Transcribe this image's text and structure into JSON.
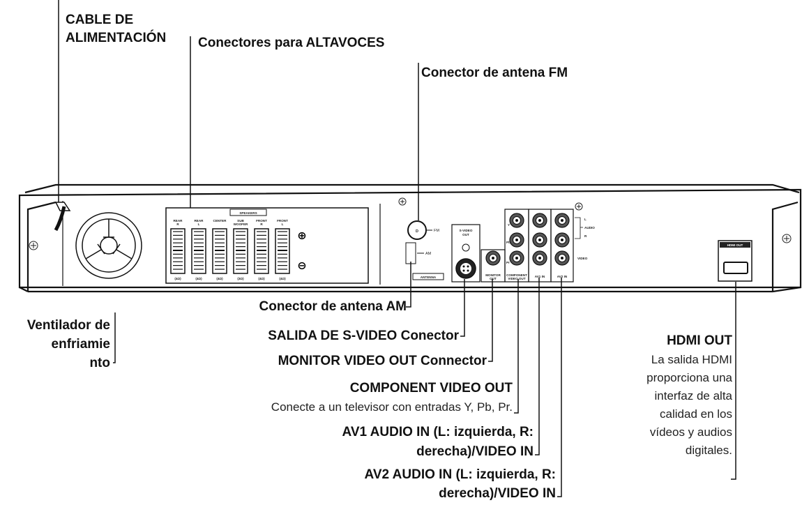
{
  "labels": {
    "power_cable": [
      "CABLE DE",
      "ALIMENTACIÓN"
    ],
    "speaker_connectors": "Conectores para ALTAVOCES",
    "fm_antenna": "Conector de antena FM",
    "am_antenna": "Conector de antena AM",
    "cooling_fan": [
      "Ventilador de",
      "enfriamie",
      "nto"
    ],
    "svideo_out": "SALIDA DE S-VIDEO Conector",
    "monitor_video_out": "MONITOR VIDEO OUT Connector",
    "component_video_out": {
      "title": "COMPONENT VIDEO OUT",
      "description": "Conecte a un televisor con entradas Y, Pb, Pr."
    },
    "av1_in": [
      "AV1 AUDIO IN (L: izquierda, R:",
      "derecha)/VIDEO IN"
    ],
    "av2_in": [
      "AV2 AUDIO IN (L: izquierda, R:",
      "derecha)/VIDEO IN"
    ],
    "hdmi_out": {
      "title": "HDMI OUT",
      "description": [
        "La salida HDMI",
        "proporciona una",
        "interfaz de alta",
        "calidad en los",
        "vídeos y audios",
        "digitales."
      ]
    }
  },
  "panel_markings": {
    "speakers_header": "SPEAKERS",
    "speaker_terminals": [
      {
        "name": "REAR R",
        "impedance": "(4Ω)"
      },
      {
        "name": "REAR L",
        "impedance": "(4Ω)"
      },
      {
        "name": "CENTER",
        "impedance": "(4Ω)"
      },
      {
        "name": "SUB WOOFER",
        "impedance": "(3Ω)"
      },
      {
        "name": "FRONT R",
        "impedance": "(4Ω)"
      },
      {
        "name": "FRONT L",
        "impedance": "(4Ω)"
      }
    ],
    "plus": "⊕",
    "minus": "⊖",
    "fm": "FM",
    "am": "AM",
    "antenna": "ANTENNA",
    "svideo_out": [
      "S-VIDEO",
      "OUT"
    ],
    "monitor_out": [
      "MONITOR",
      "OUT"
    ],
    "component_out": [
      "COMPONENT",
      "VIDEO OUT"
    ],
    "y": "Y",
    "pb": "Pb",
    "pr": "Pr",
    "av1": "AV1 IN",
    "av2": "AV2 IN",
    "audio": "AUDIO",
    "l": "L",
    "r": "R",
    "video": "VIDEO",
    "hdmi_out": "HDMI OUT"
  }
}
